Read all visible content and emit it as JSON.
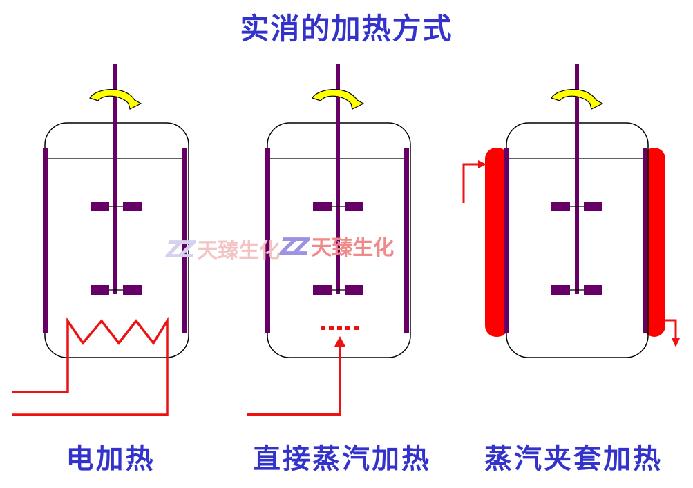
{
  "title": "实消的加热方式",
  "labels": [
    "电加热",
    "直接蒸汽加热",
    "蒸汽夹套加热"
  ],
  "watermark": {
    "mark": "ZZ",
    "text": "天臻生化"
  },
  "colors": {
    "title": "#3333cc",
    "heating_line": "#ee1111",
    "shaft": "#660066",
    "rotation_arrow": "#ffff00",
    "jacket": "#ff0000"
  },
  "icons": [
    "rotation-arrow-icon",
    "heating-coil-icon",
    "steam-nozzle-icon",
    "steam-jacket-icon"
  ]
}
